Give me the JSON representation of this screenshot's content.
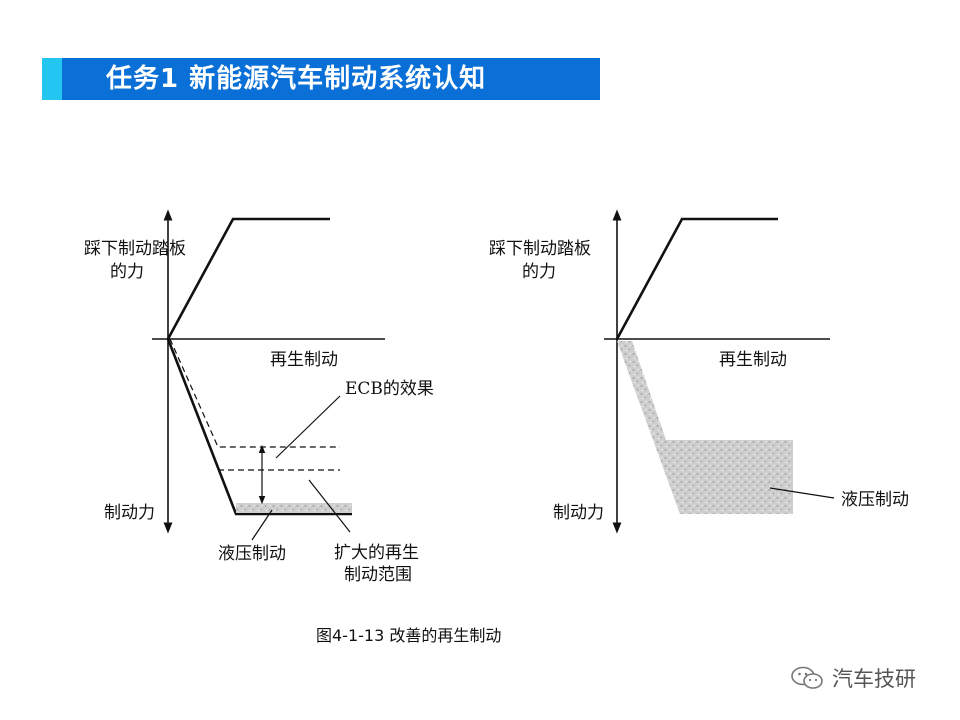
{
  "header": {
    "title": "任务1  新能源汽车制动系统认知"
  },
  "left_diagram": {
    "y_top_label_line1": "踩下制动踏板",
    "y_top_label_line2": "的力",
    "x_label": "再生制动",
    "y_bottom_label": "制动力",
    "ecb_label": "ECB的效果",
    "hydraulic_label": "液压制动",
    "expanded_label_line1": "扩大的再生",
    "expanded_label_line2": "制动范围"
  },
  "right_diagram": {
    "y_top_label_line1": "踩下制动踏板",
    "y_top_label_line2": "的力",
    "x_label": "再生制动",
    "y_bottom_label": "制动力",
    "hydraulic_label": "液压制动"
  },
  "caption": "图4-1-13  改善的再生制动",
  "watermark": {
    "text": "汽车技研"
  },
  "colors": {
    "title_bar": "#0a6fd6",
    "title_accent": "#23c6f0",
    "fill_gray": "#c8c8c8"
  }
}
